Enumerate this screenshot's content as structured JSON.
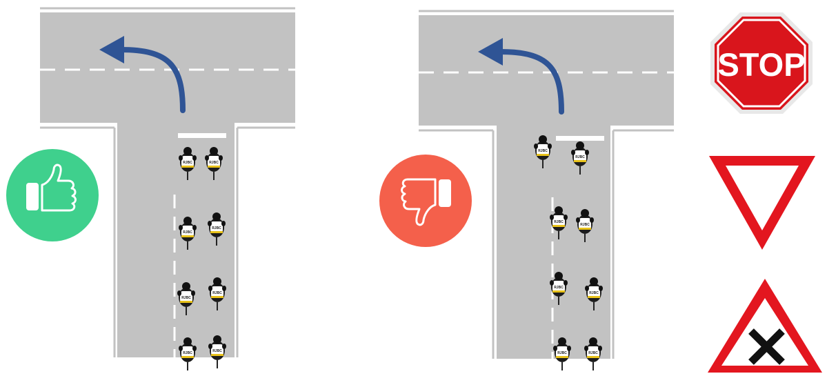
{
  "panels": [
    {
      "id": "good",
      "verdict": "approve",
      "icon": "thumbs-up-icon",
      "badge_color": "#3fd08d",
      "riders": 8
    },
    {
      "id": "bad",
      "verdict": "disapprove",
      "icon": "thumbs-down-icon",
      "badge_color": "#f4604b",
      "riders": 8
    }
  ],
  "colors": {
    "road": "#c2c2c2",
    "arrow": "#2f5495",
    "stop_red": "#d9151c",
    "sign_red": "#e3161f"
  },
  "jersey_text": "RJBC",
  "signs": {
    "stop": {
      "icon": "stop-sign-icon",
      "text": "STOP"
    },
    "yield": {
      "icon": "yield-sign-icon"
    },
    "crossroads": {
      "icon": "crossroads-warning-sign-icon"
    }
  }
}
